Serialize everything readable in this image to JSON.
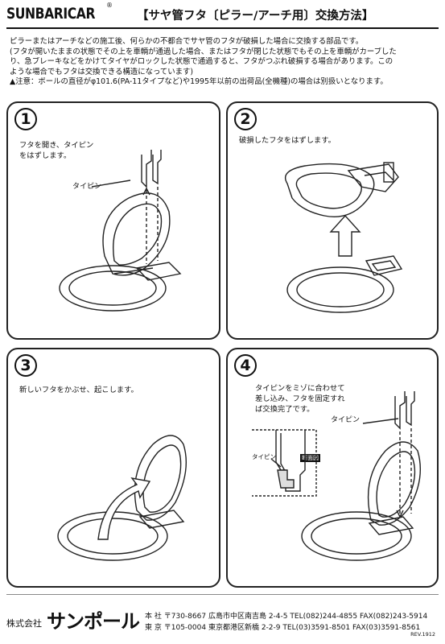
{
  "header": {
    "brand": "SUNBARICAR",
    "registered_mark": "®",
    "title": "【サヤ管フタ〔ピラー/アーチ用〕交換方法】"
  },
  "intro": {
    "lines": [
      "ピラーまたはアーチなどの施工後、何らかの不都合でサヤ管のフタが破損した場合に交換する部品です。",
      "(フタが開いたままの状態でその上を車輌が通過した場合、またはフタが閉じた状態でもその上を車輌がカーブした",
      "り、急ブレーキなどをかけてタイヤがロックした状態で通過すると、フタがつぶれ破損する場合があります。この",
      "ような場合でもフタは交換できる構造になっています)"
    ],
    "warning": "注意：ポールの直径がφ101.6(PA-11タイプなど)や1995年以前の出荷品(全機種)の場合は別扱いとなります。"
  },
  "steps": [
    {
      "number": "1",
      "text_lines": [
        "フタを開き、タイピン",
        "をはずします。"
      ],
      "label": "タイピン"
    },
    {
      "number": "2",
      "text_lines": [
        "破損したフタをはずします。"
      ]
    },
    {
      "number": "3",
      "text_lines": [
        "新しいフタをかぶせ、起こします。"
      ]
    },
    {
      "number": "4",
      "text_lines": [
        "タイピンをミゾに合わせて",
        "差し込み、フタを固定すれ",
        "ば交換完了です。"
      ],
      "label": "タイピン",
      "inset_label": "タイピン",
      "inset_tag": "断面図"
    }
  ],
  "footer": {
    "company_prefix": "株式会社",
    "company_name": "サンポール",
    "address_lines": [
      {
        "office": "本 社",
        "postal": "〒730-8667",
        "address": "広島市中区南吉島 2-4-5",
        "tel": "TEL(082)244-4855",
        "fax": "FAX(082)243-5914"
      },
      {
        "office": "東 京",
        "postal": "〒105-0004",
        "address": "東京都港区新橋 2-2-9",
        "tel": "TEL(03)3591-8501",
        "fax": "FAX(03)3591-8561"
      }
    ],
    "revision": "REV.1912"
  }
}
